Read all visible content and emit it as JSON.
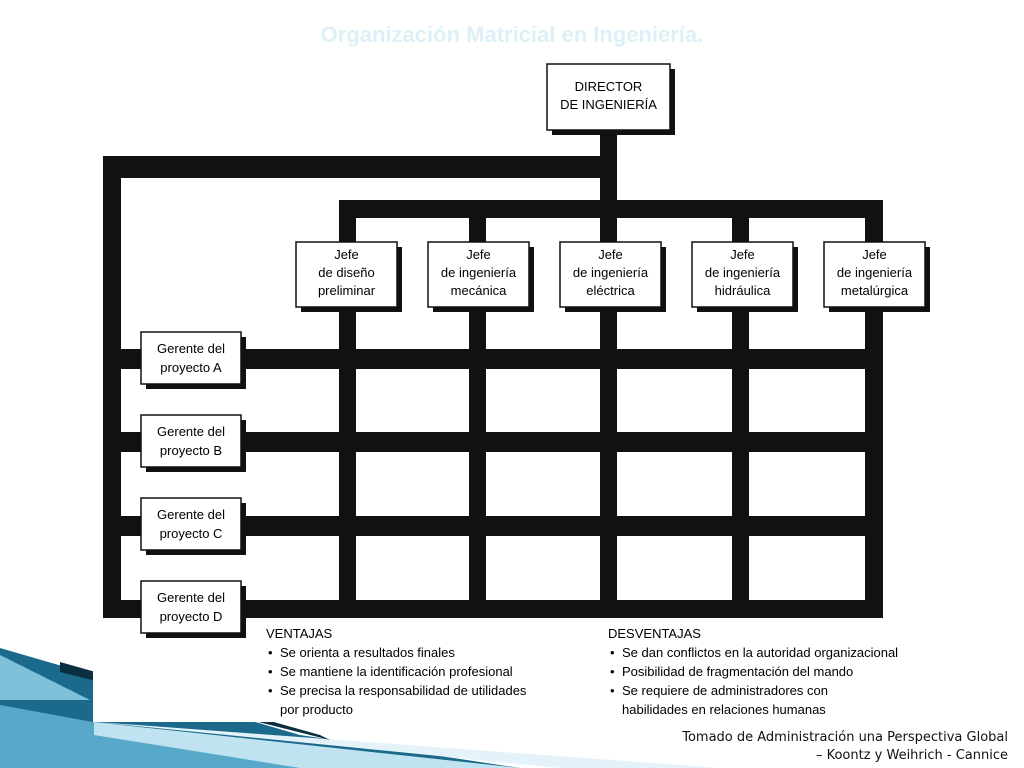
{
  "title": "Organización Matricial en Ingeniería.",
  "director": {
    "lines": [
      "DIRECTOR",
      "DE INGENIERÍA"
    ]
  },
  "jefes": [
    {
      "lines": [
        "Jefe",
        "de diseño",
        "preliminar"
      ]
    },
    {
      "lines": [
        "Jefe",
        "de ingeniería",
        "mecánica"
      ]
    },
    {
      "lines": [
        "Jefe",
        "de ingeniería",
        "eléctrica"
      ]
    },
    {
      "lines": [
        "Jefe",
        "de ingeniería",
        "hidráulica"
      ]
    },
    {
      "lines": [
        "Jefe",
        "de ingeniería",
        "metalúrgica"
      ]
    }
  ],
  "gerentes": [
    {
      "lines": [
        "Gerente del",
        "proyecto A"
      ]
    },
    {
      "lines": [
        "Gerente del",
        "proyecto B"
      ]
    },
    {
      "lines": [
        "Gerente del",
        "proyecto C"
      ]
    },
    {
      "lines": [
        "Gerente del",
        "proyecto D"
      ]
    }
  ],
  "ventajas": {
    "heading": "VENTAJAS",
    "items": [
      "Se orienta a resultados finales",
      "Se mantiene la identificación profesional",
      "Se precisa la responsabilidad de utilidades por producto"
    ]
  },
  "desventajas": {
    "heading": "DESVENTAJAS",
    "items": [
      "Se dan conflictos en la autoridad organizacional",
      "Posibilidad de fragmentación del mando",
      "Se requiere de administradores con habilidades en relaciones humanas"
    ]
  },
  "source": {
    "line1": "Tomado de Administración una Perspectiva Global",
    "line2": "– Koontz y Weihrich - Cannice"
  },
  "colors": {
    "title": "#ddf0f7",
    "lines": "#111111",
    "wave_dark": "#1b6a8c",
    "wave_light": "#9fd0e4"
  }
}
